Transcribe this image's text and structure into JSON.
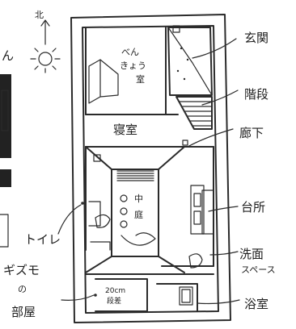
{
  "compass": {
    "north": "北"
  },
  "edge_text": {
    "top_left": "ん"
  },
  "rooms": {
    "study_line1": "べん",
    "study_line2": "きょう",
    "study_line3": "室",
    "bedroom": "寝室",
    "courtyard_line1": "中",
    "courtyard_line2": "庭",
    "step_line1": "20cm",
    "step_line2": "段差"
  },
  "callouts": {
    "entrance": "玄関",
    "stairs": "階段",
    "hallway": "廊下",
    "kitchen": "台所",
    "washroom_line1": "洗面",
    "washroom_line2": "スペース",
    "bathroom": "浴室",
    "toilet": "トイレ",
    "gizumo_line1": "ギズモ",
    "gizumo_line2": "の",
    "gizumo_line3": "部屋"
  },
  "colors": {
    "ink": "#2b2b2b",
    "panel": "#222222",
    "paper": "#ffffff"
  }
}
